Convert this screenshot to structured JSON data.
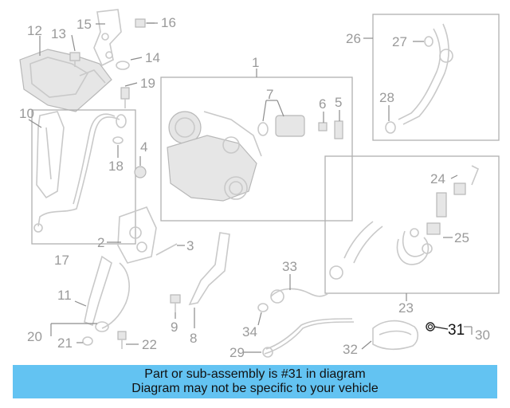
{
  "callouts": {
    "n1": "1",
    "n2": "2",
    "n3": "3",
    "n4": "4",
    "n5": "5",
    "n6": "6",
    "n7": "7",
    "n8": "8",
    "n9": "9",
    "n10": "10",
    "n11": "11",
    "n12": "12",
    "n13": "13",
    "n14": "14",
    "n15": "15",
    "n16": "16",
    "n17": "17",
    "n18": "18",
    "n19": "19",
    "n20": "20",
    "n21": "21",
    "n22": "22",
    "n23": "23",
    "n24": "24",
    "n25": "25",
    "n26": "26",
    "n27": "27",
    "n28": "28",
    "n29": "29",
    "n30": "30",
    "n31": "31",
    "n32": "32",
    "n33": "33",
    "n34": "34"
  },
  "highlight": {
    "part_number": "31",
    "color": "#111111"
  },
  "banner": {
    "line1": "Part or sub-assembly is #31 in diagram",
    "line2": "Diagram may not be specific to your vehicle",
    "background": "#63c3f2"
  }
}
